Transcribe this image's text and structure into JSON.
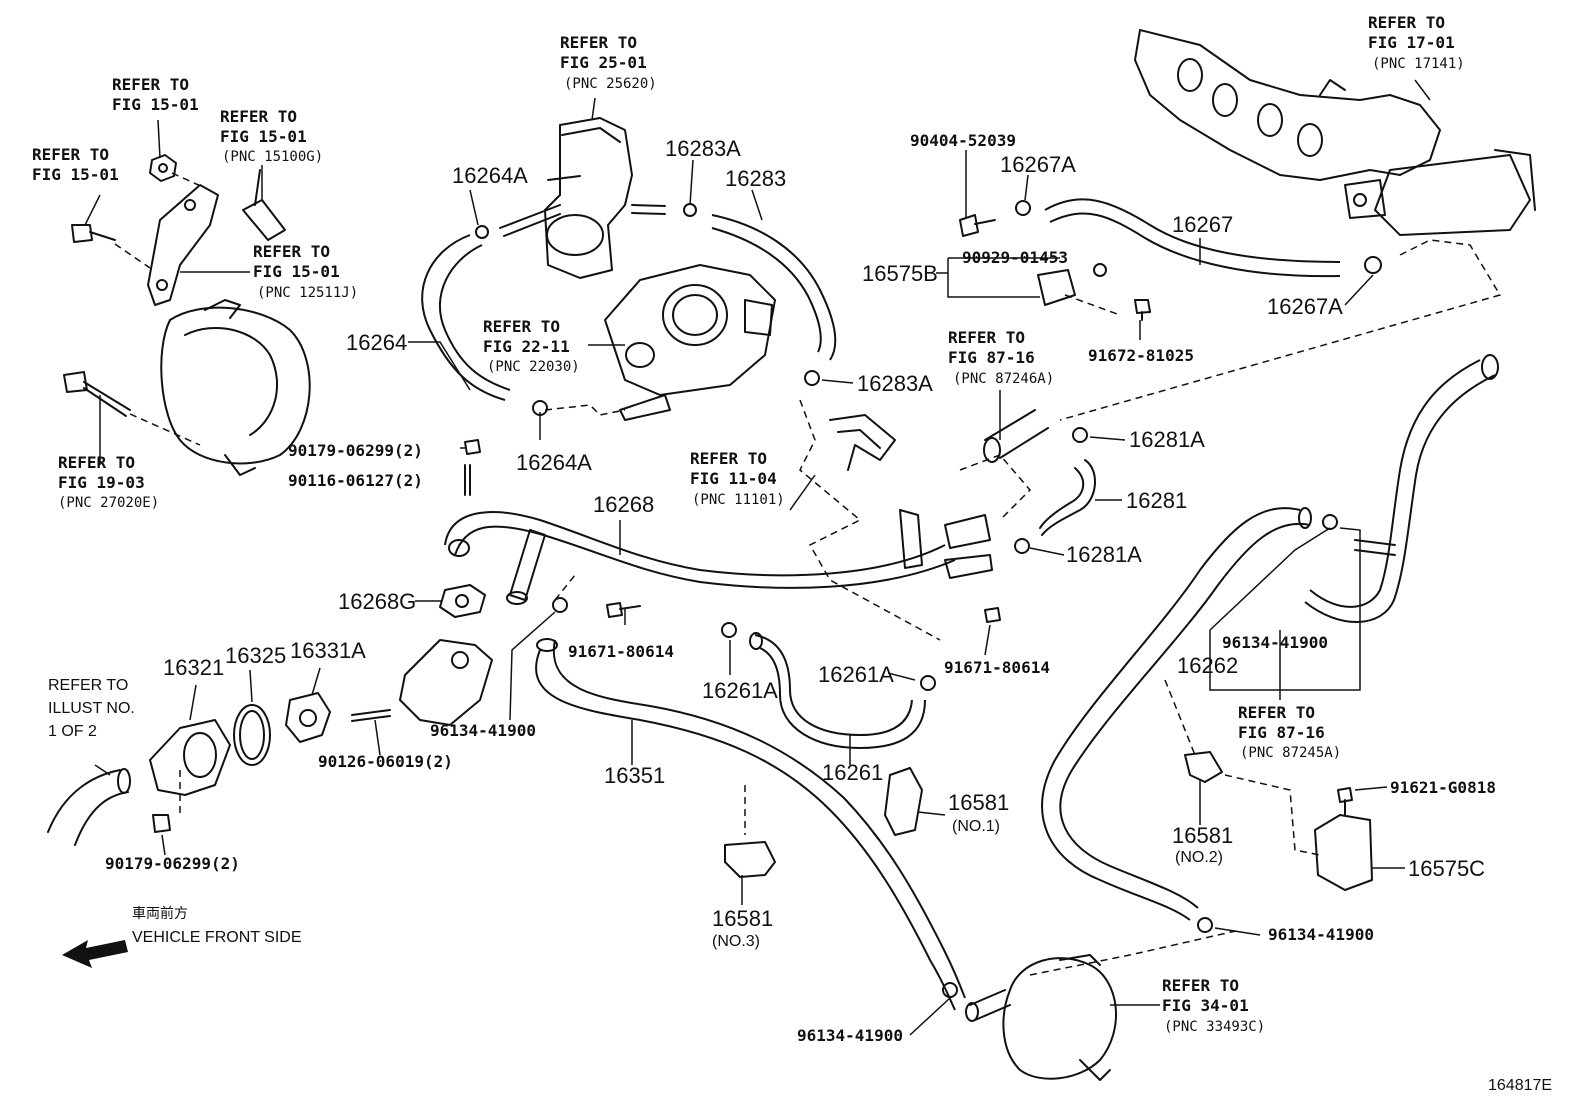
{
  "diagram_id": "164817E",
  "direction": {
    "jp": "車両前方",
    "en": "VEHICLE FRONT SIDE"
  },
  "labels": {
    "p16264A": "16264A",
    "p16264A_b": "16264A",
    "p16264": "16264",
    "p16283A": "16283A",
    "p16283A_b": "16283A",
    "p16283": "16283",
    "p90404": "90404-52039",
    "p16267A": "16267A",
    "p16267A_b": "16267A",
    "p16267": "16267",
    "p16575B": "16575B",
    "p90929": "90929-01453",
    "p91672": "91672-81025",
    "p16281A": "16281A",
    "p16281A_b": "16281A",
    "p16281": "16281",
    "p16268": "16268",
    "p16268G": "16268G",
    "p90179a": "90179-06299(2)",
    "p90116": "90116-06127(2)",
    "p16321": "16321",
    "p16325": "16325",
    "p16331A": "16331A",
    "p90126": "90126-06019(2)",
    "p90179b": "90179-06299(2)",
    "p96134a": "96134-41900",
    "p91671a": "91671-80614",
    "p91671b": "91671-80614",
    "p16261A": "16261A",
    "p16261A_b": "16261A",
    "p16261": "16261",
    "p16351": "16351",
    "p16581a": "16581",
    "p16581a_sub": "(NO.1)",
    "p16581b": "16581",
    "p16581b_sub": "(NO.2)",
    "p16581c": "16581",
    "p16581c_sub": "(NO.3)",
    "p16262": "16262",
    "p96134b": "96134-41900",
    "p96134c": "96134-41900",
    "p96134d": "96134-41900",
    "p91621": "91621-G0818",
    "p16575C": "16575C"
  },
  "refers": {
    "r1": [
      "REFER TO",
      "FIG 15-01"
    ],
    "r2": [
      "REFER TO",
      "FIG 15-01"
    ],
    "r3": [
      "REFER TO",
      "FIG 15-01",
      "(PNC 15100G)"
    ],
    "r4": [
      "REFER TO",
      "FIG 15-01",
      "(PNC 12511J)"
    ],
    "r5": [
      "REFER TO",
      "FIG 19-03",
      "(PNC 27020E)"
    ],
    "r6": [
      "REFER TO",
      "FIG 25-01",
      "(PNC 25620)"
    ],
    "r7": [
      "REFER TO",
      "FIG 22-11",
      "(PNC 22030)"
    ],
    "r8": [
      "REFER TO",
      "FIG 11-04",
      "(PNC 11101)"
    ],
    "r9": [
      "REFER TO",
      "FIG 87-16",
      "(PNC 87246A)"
    ],
    "r10": [
      "REFER TO",
      "FIG 17-01",
      "(PNC 17141)"
    ],
    "r11": [
      "REFER TO",
      "FIG 87-16",
      "(PNC 87245A)"
    ],
    "r12": [
      "REFER TO",
      "FIG 34-01",
      "(PNC 33493C)"
    ],
    "r13": [
      "REFER TO",
      "ILLUST NO.",
      "1 OF 2"
    ]
  }
}
